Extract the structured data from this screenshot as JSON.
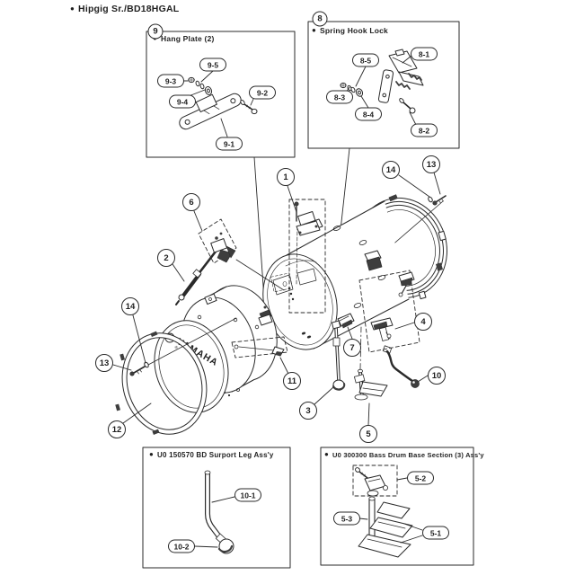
{
  "title": {
    "bullet": "●",
    "text": "Hipgig Sr./BD18HGAL"
  },
  "brand": {
    "name": "YAMAHA",
    "reg": "®"
  },
  "colors": {
    "ink": "#1f1f1f",
    "dark_fill": "#3d3d3d",
    "background": "#ffffff"
  },
  "panels": {
    "hang_plate": {
      "num": "9",
      "bullet": "●",
      "title": "Hang Plate (2)"
    },
    "spring_hook": {
      "num": "8",
      "bullet": "●",
      "title": "Spring Hook Lock"
    },
    "support_leg": {
      "bullet": "●",
      "title": "U0 150570 BD Surport Leg Ass'y"
    },
    "base_section": {
      "bullet": "●",
      "title": "U0 300300 Bass Drum Base Section (3) Ass'y"
    }
  },
  "callouts": {
    "main": {
      "c1": "1",
      "c2": "2",
      "c3": "3",
      "c4": "4",
      "c5": "5",
      "c6": "6",
      "c7": "7",
      "c10": "10",
      "c11": "11",
      "c12": "12",
      "c13_left": "13",
      "c14_left": "14",
      "c13_right": "13",
      "c14_right": "14"
    },
    "hang_plate": {
      "p1": "9-1",
      "p2": "9-2",
      "p3": "9-3",
      "p4": "9-4",
      "p5": "9-5"
    },
    "spring_hook": {
      "p1": "8-1",
      "p2": "8-2",
      "p3": "8-3",
      "p4": "8-4",
      "p5": "8-5"
    },
    "support_leg": {
      "p1": "10-1",
      "p2": "10-2"
    },
    "base_section": {
      "p1": "5-1",
      "p2": "5-2",
      "p3": "5-3"
    }
  }
}
